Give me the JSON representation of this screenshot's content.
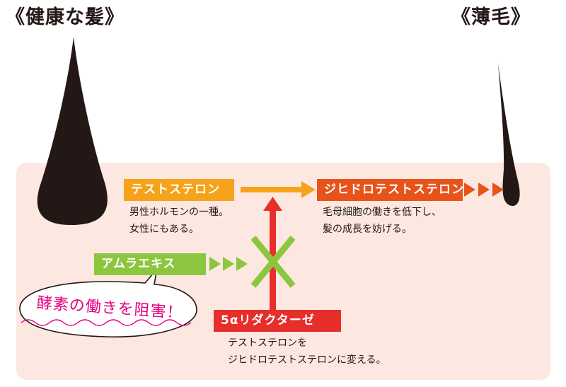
{
  "headings": {
    "healthy": "《健康な髪》",
    "thinning": "《薄毛》"
  },
  "colors": {
    "panel_bg": "#fde8e1",
    "hair": "#231815",
    "orange": "#f5a31a",
    "deep_orange": "#e8531a",
    "red": "#e62e2a",
    "green": "#8cc63f",
    "magenta": "#e4007f"
  },
  "nodes": {
    "testosterone": {
      "label": "テストステロン",
      "desc_line1": "男性ホルモンの一種。",
      "desc_line2": "女性にもある。"
    },
    "dht": {
      "label": "ジヒドロテストステロン",
      "desc_line1": "毛母細胞の働きを低下し、",
      "desc_line2": "髪の成長を妨げる。"
    },
    "amla": {
      "label": "アムラエキス"
    },
    "reductase": {
      "label": "5αリダクターゼ",
      "desc_line1": "テストステロンを",
      "desc_line2": "ジヒドロテストステロンに変える。"
    }
  },
  "bubble": {
    "text": "酵素の働きを阻害！"
  },
  "icons": {
    "block": "x-mark-icon",
    "flow": "arrow-right-icon",
    "chevrons": "triple-chevron-icon"
  }
}
